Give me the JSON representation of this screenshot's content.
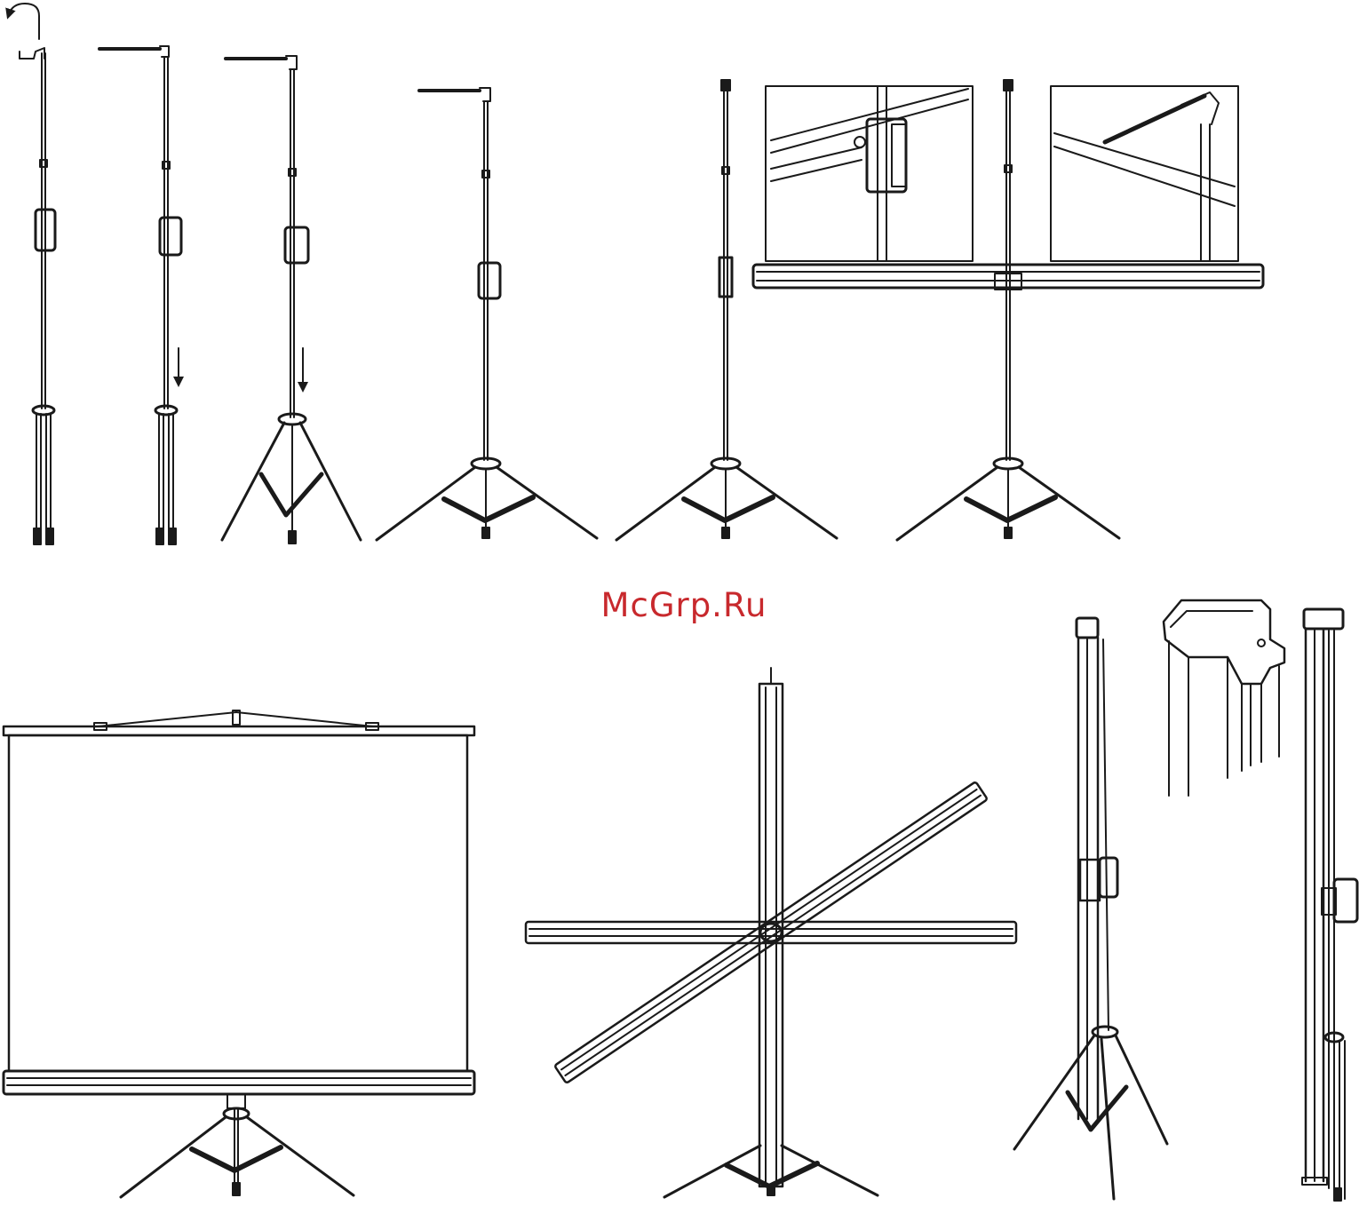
{
  "watermark": {
    "text": "McGrp.Ru",
    "color": "#c8292d"
  },
  "colors": {
    "ink": "#1a1a1a",
    "paper": "#ffffff"
  },
  "steps": [
    {
      "id": "step-1",
      "icon": "rotate-arrow-icon"
    },
    {
      "id": "step-2",
      "icon": "down-arrow-icon"
    },
    {
      "id": "step-3",
      "icon": "down-arrow-icon"
    },
    {
      "id": "step-4"
    },
    {
      "id": "step-5"
    },
    {
      "id": "step-6"
    },
    {
      "id": "step-screen-open"
    },
    {
      "id": "step-folded-cross"
    },
    {
      "id": "step-collapse"
    },
    {
      "id": "step-stored"
    }
  ],
  "details": [
    {
      "id": "detail-lock-clamp"
    },
    {
      "id": "detail-hook-bracket"
    },
    {
      "id": "detail-top-cap"
    }
  ]
}
